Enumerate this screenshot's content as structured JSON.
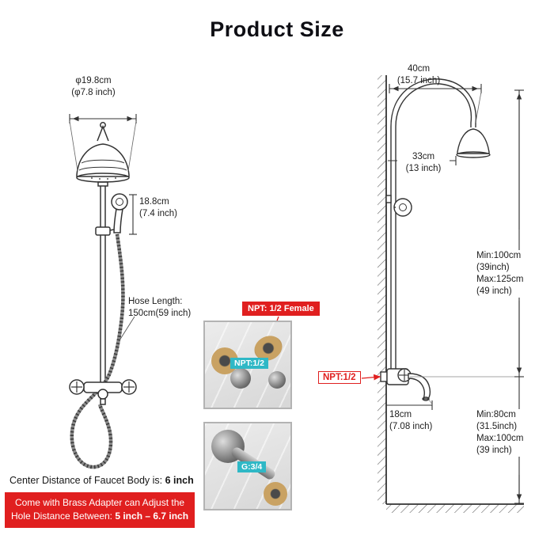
{
  "title": "Product Size",
  "colors": {
    "accent_red": "#e01f1f",
    "accent_cyan": "#2fb8c6",
    "line": "#333333"
  },
  "left_view": {
    "head_diameter": {
      "l1": "φ19.8cm",
      "l2": "(φ7.8 inch)"
    },
    "hand_shower": {
      "l1": "18.8cm",
      "l2": "(7.4 inch)"
    },
    "hose_length": {
      "l1": "Hose Length:",
      "l2": "150cm(59 inch)"
    },
    "center_distance": {
      "prefix": "Center Distance of Faucet Body is: ",
      "value": "6 inch"
    },
    "adapter_note": {
      "l1": "Come with Brass Adapter can Adjust the",
      "l2_prefix": "Hole Distance Between: ",
      "l2_value": "5 inch – 6.7 inch"
    }
  },
  "details": {
    "npt_female": "NPT: 1/2 Female",
    "npt_half": "NPT:1/2",
    "g_34": "G:3/4"
  },
  "side_view": {
    "reach": {
      "l1": "40cm",
      "l2": "(15.7 inch)"
    },
    "head_offset": {
      "l1": "33cm",
      "l2": "(13 inch)"
    },
    "upper_height": {
      "l1": "Min:100cm",
      "l2": "(39inch)",
      "l3": "Max:125cm",
      "l4": "(49 inch)"
    },
    "npt": "NPT:1/2",
    "spout_reach": {
      "l1": "18cm",
      "l2": "(7.08 inch)"
    },
    "faucet_height": {
      "l1": "Min:80cm",
      "l2": "(31.5inch)",
      "l3": "Max:100cm",
      "l4": "(39 inch)"
    }
  }
}
